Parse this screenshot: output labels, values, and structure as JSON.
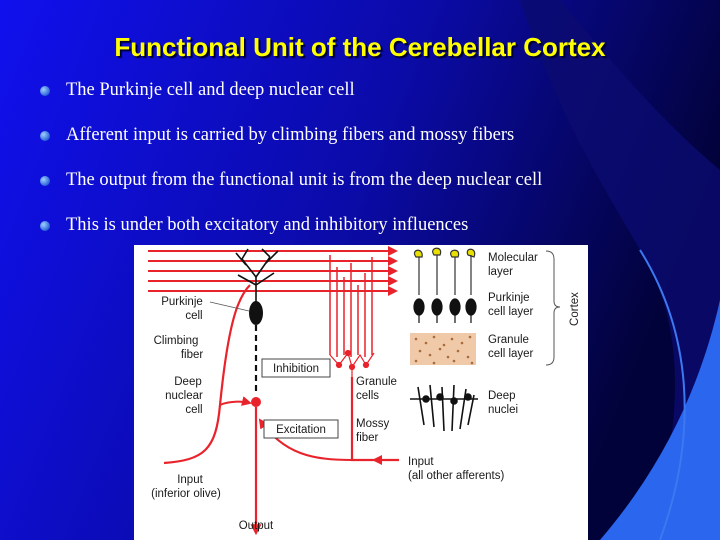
{
  "slide": {
    "title": "Functional Unit of the Cerebellar Cortex",
    "bullets": [
      "The Purkinje cell and deep nuclear cell",
      "Afferent input is carried by climbing fibers and mossy fibers",
      "The output from the functional unit is from the deep nuclear cell",
      "This is under both excitatory and inhibitory influences"
    ]
  },
  "diagram": {
    "purkinje_cell": [
      "Purkinje",
      "cell"
    ],
    "climbing_fiber": [
      "Climbing",
      "fiber"
    ],
    "deep_nuclear_cell": [
      "Deep",
      "nuclear",
      "cell"
    ],
    "inhibition": "Inhibition",
    "excitation": "Excitation",
    "granule_cells": [
      "Granule",
      "cells"
    ],
    "mossy_fiber": [
      "Mossy",
      "fiber"
    ],
    "input_left": [
      "Input",
      "(inferior olive)"
    ],
    "input_right": [
      "Input",
      "(all other afferents)"
    ],
    "output": "Output",
    "legend": {
      "molecular_layer": [
        "Molecular",
        "layer"
      ],
      "purkinje_cell_layer": [
        "Purkinje",
        "cell layer"
      ],
      "granule_cell_layer": [
        "Granule",
        "cell layer"
      ],
      "deep_nuclei": [
        "Deep",
        "nuclei"
      ],
      "cortex": "Cortex"
    }
  },
  "colors": {
    "title": "#ffff00",
    "fiber": "#e8232b",
    "background": "#0a0a7a",
    "wave": "#1f5fe0"
  }
}
